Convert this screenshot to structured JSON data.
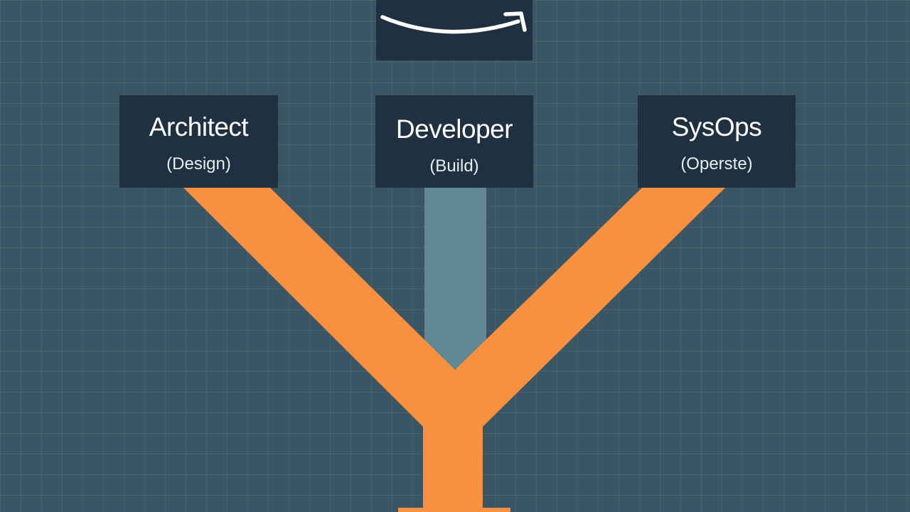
{
  "colors": {
    "background": "#3a5563",
    "grid_line": "#4b6572",
    "card": "#1f3140",
    "branch": "#f7913f",
    "center_branch": "#5f8794",
    "logo_swoosh": "#ffffff"
  },
  "logo": {
    "icon": "amazon-smile-arrow-icon"
  },
  "roles": [
    {
      "title": "Architect",
      "subtitle": "(Design)"
    },
    {
      "title": "Developer",
      "subtitle": "(Build)"
    },
    {
      "title": "SysOps",
      "subtitle": "(Operste)"
    }
  ]
}
